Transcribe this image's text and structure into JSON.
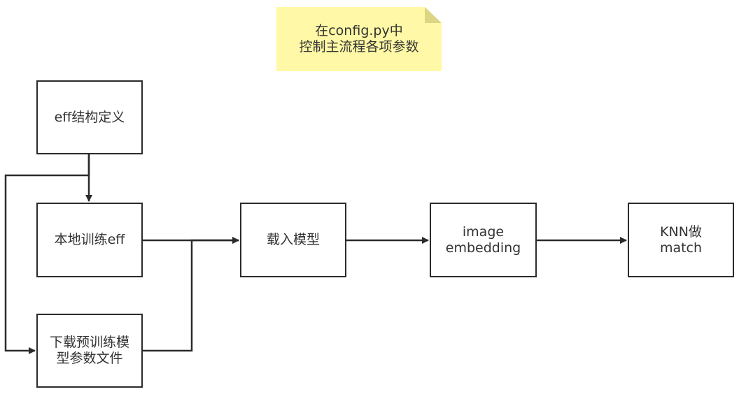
{
  "note": {
    "text": "在config.py中\n控制主流程各项参数",
    "fill_color": "#fff8a6",
    "fold_color": "#dcd581"
  },
  "nodes": {
    "eff_structure": "eff结构定义",
    "local_training": "本地训练eff",
    "download_pretrained": "下载预训练模\n型参数文件",
    "load_model": "载入模型",
    "image_embedding": "image\nembedding",
    "knn_match": "KNN做\nmatch"
  },
  "colors": {
    "stroke": "#2b2b2b",
    "text": "#333333",
    "background": "#ffffff"
  }
}
